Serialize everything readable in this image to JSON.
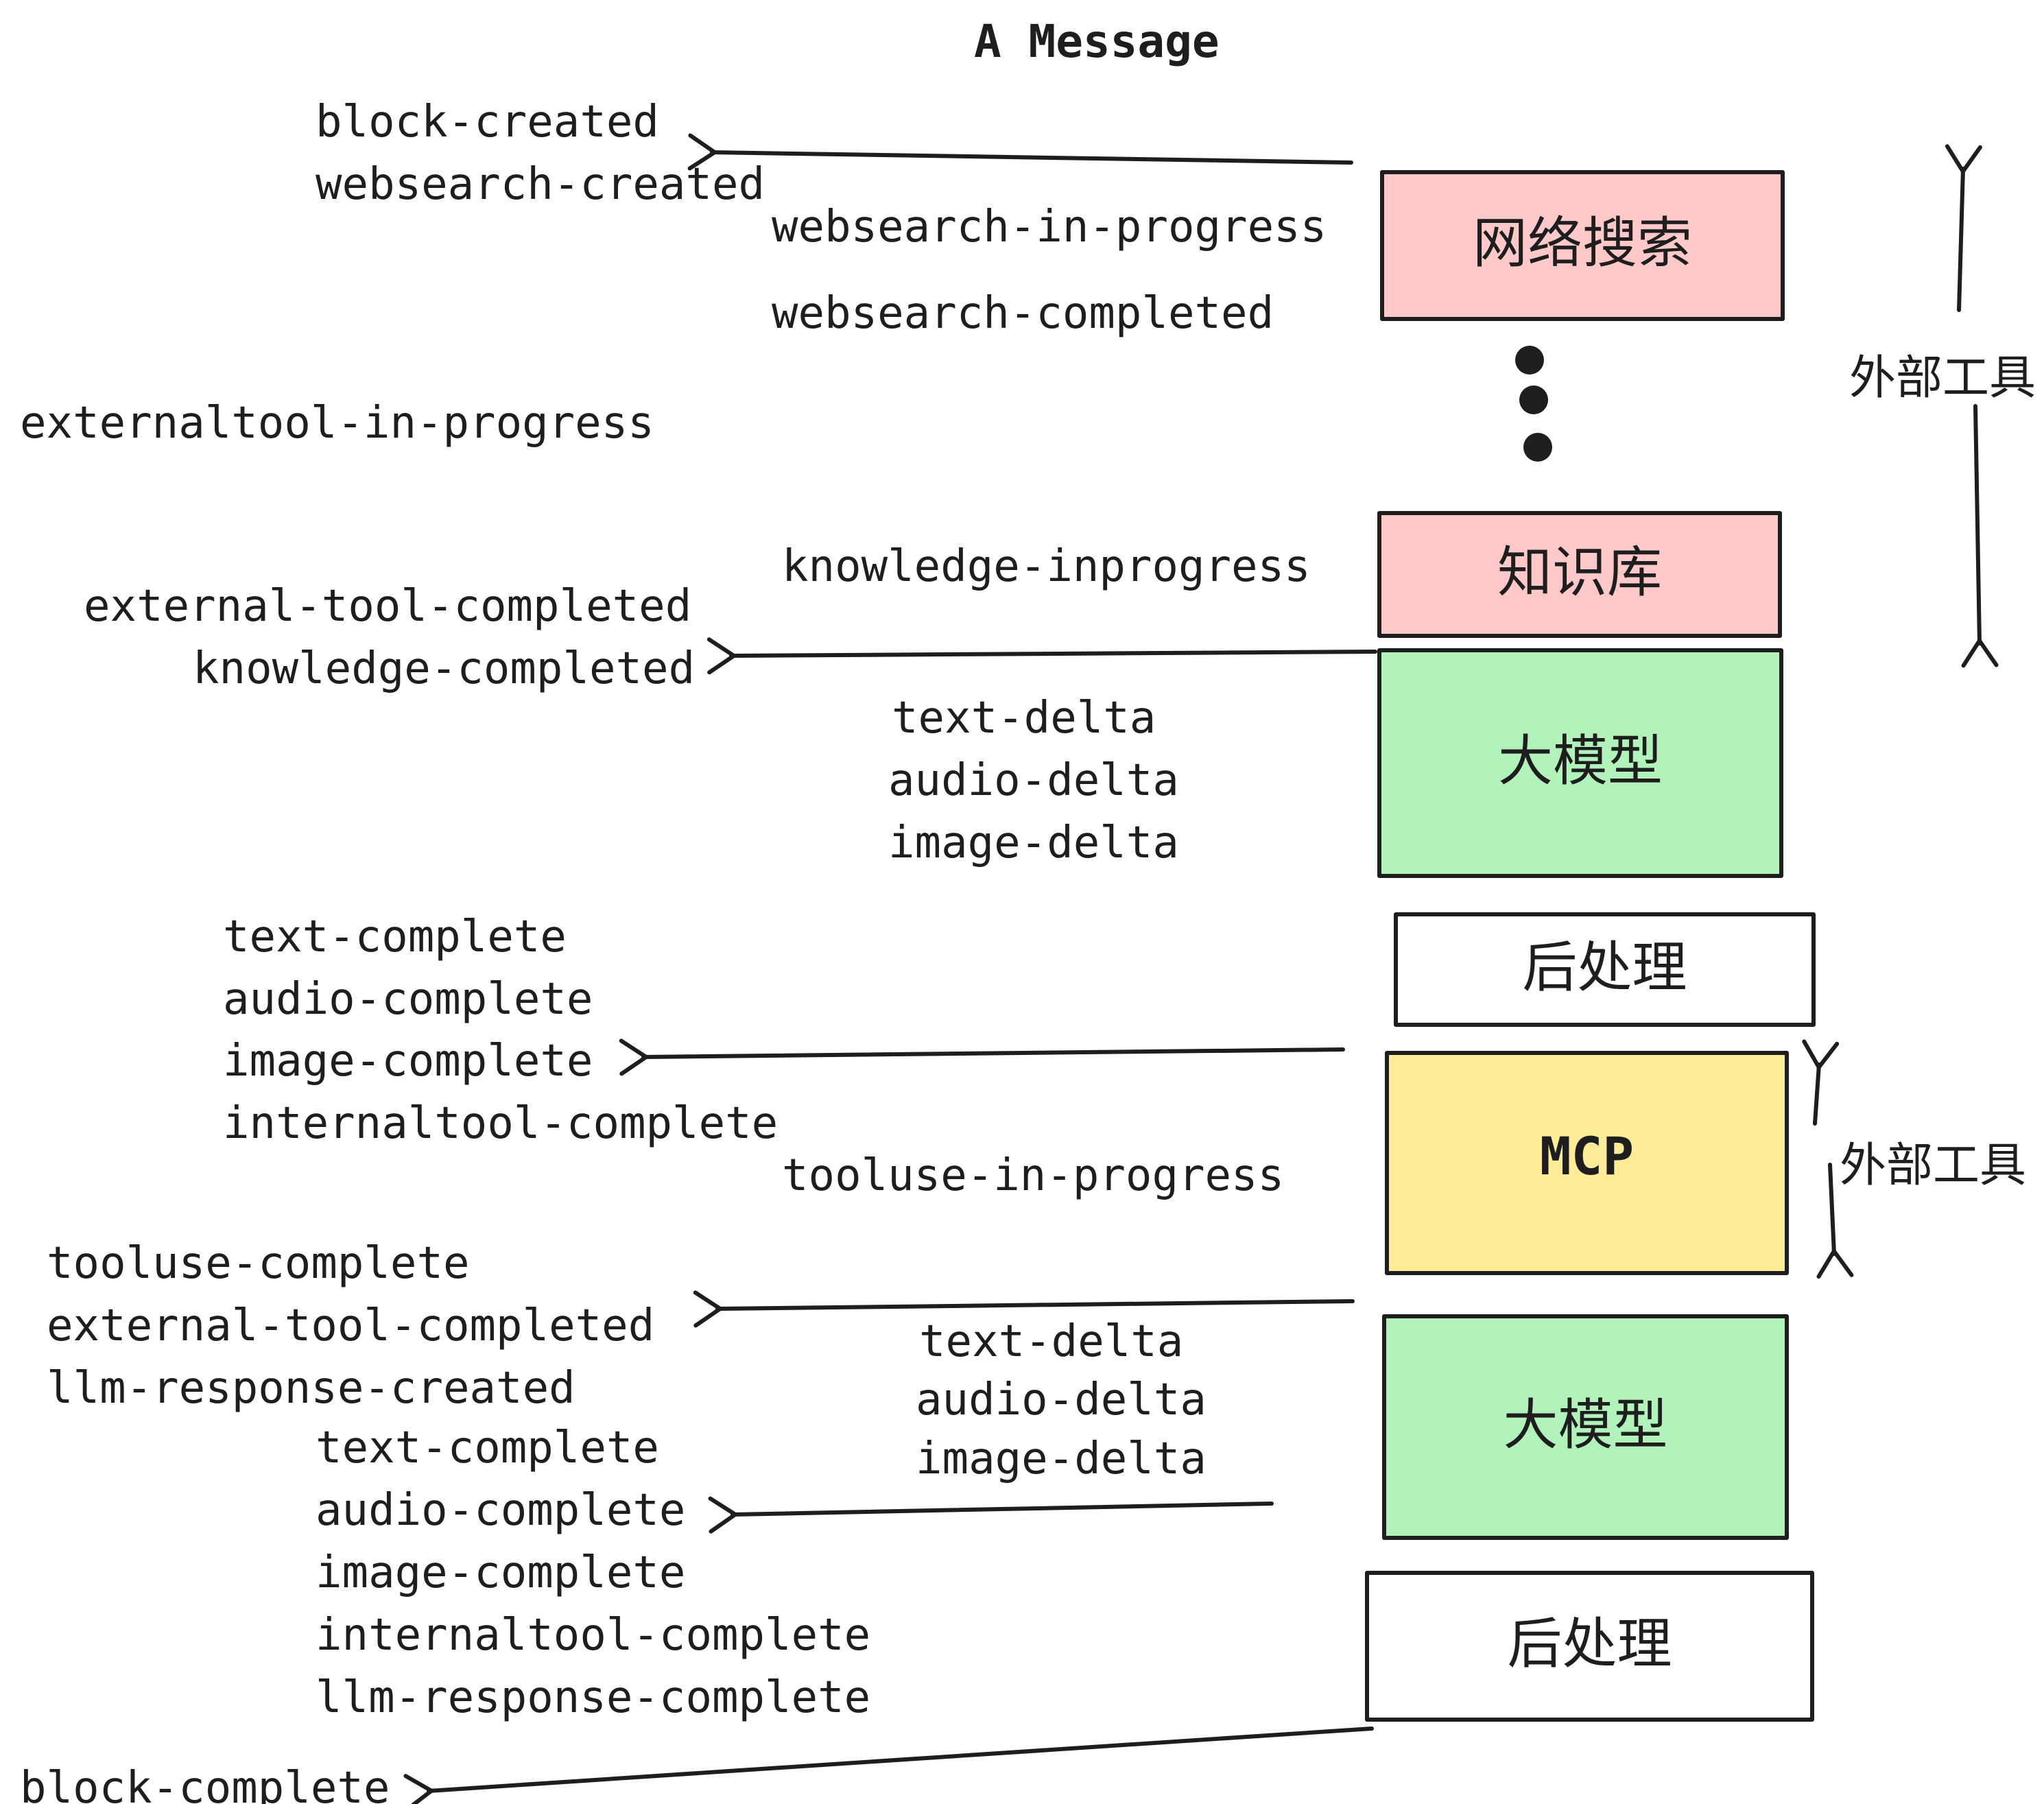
{
  "title": "A Message",
  "colors": {
    "stroke": "#1e1e1e",
    "pink": "#ffc9c9",
    "green": "#b2f2bb",
    "yellow": "#ffec99",
    "white": "#ffffff"
  },
  "boxes": {
    "websearch": {
      "label": "网络搜索",
      "fill": "#ffc9c9"
    },
    "knowledge": {
      "label": "知识库",
      "fill": "#ffc9c9"
    },
    "llm1": {
      "label": "大模型",
      "fill": "#b2f2bb"
    },
    "post1": {
      "label": "后处理",
      "fill": "#ffffff"
    },
    "mcp": {
      "label": "MCP",
      "fill": "#ffec99"
    },
    "llm2": {
      "label": "大模型",
      "fill": "#b2f2bb"
    },
    "post2": {
      "label": "后处理",
      "fill": "#ffffff"
    }
  },
  "side_labels": {
    "top": "外部工具",
    "bottom": "外部工具"
  },
  "clusters": {
    "start": [
      "block-created",
      "websearch-created"
    ],
    "websearch_mid": [
      "websearch-in-progress",
      "websearch-completed"
    ],
    "external_progress": "externaltool-in-progress",
    "knowledge_mid": "knowledge-inprogress",
    "external_done": [
      "external-tool-completed",
      "knowledge-completed"
    ],
    "delta1": [
      "text-delta",
      "audio-delta",
      "image-delta"
    ],
    "complete1": [
      "text-complete",
      "audio-complete",
      "image-complete",
      "internaltool-complete"
    ],
    "tooluse_mid": "tooluse-in-progress",
    "tooluse_done": [
      "tooluse-complete",
      "external-tool-completed",
      "llm-response-created"
    ],
    "delta2": [
      "text-delta",
      "audio-delta",
      "image-delta"
    ],
    "complete2": [
      "text-complete",
      "audio-complete",
      "image-complete",
      "internaltool-complete",
      "llm-response-complete"
    ],
    "block_complete": "block-complete"
  }
}
